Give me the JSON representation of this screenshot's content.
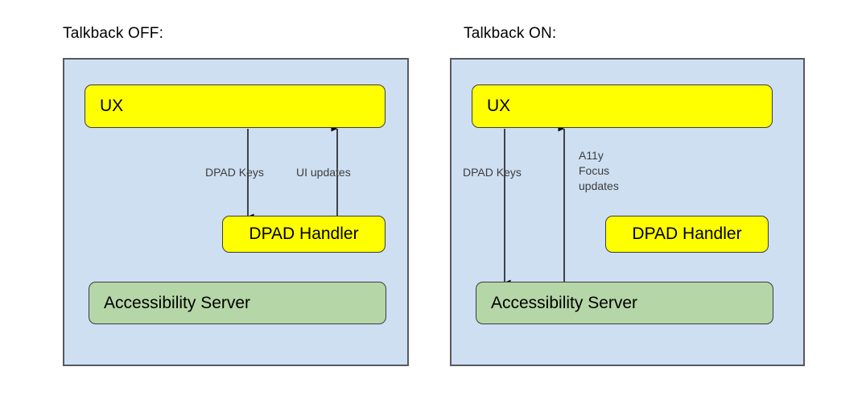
{
  "diagram": {
    "title_off": "Talkback OFF:",
    "title_on": "Talkback ON:",
    "colors": {
      "panel_background": "#cfdff2",
      "panel_border": "#56595c",
      "node_yellow": "#ffff00",
      "node_green": "#b5d6a7",
      "node_border": "#3a3d40",
      "edge": "#000000",
      "page_background": "#ffffff"
    },
    "panels": [
      {
        "id": "talkback-off",
        "title": "Talkback OFF:",
        "nodes": [
          {
            "id": "ux",
            "label": "UX",
            "color": "yellow",
            "align": "left"
          },
          {
            "id": "dpad-handler",
            "label": "DPAD Handler",
            "color": "yellow",
            "align": "center"
          },
          {
            "id": "accessibility-server",
            "label": "Accessibility Server",
            "color": "green",
            "align": "left"
          }
        ],
        "edges": [
          {
            "id": "ux-to-dpad",
            "label": "DPAD Keys",
            "from": "ux",
            "to": "dpad-handler",
            "direction": "down"
          },
          {
            "id": "dpad-to-ux",
            "label": "UI updates",
            "from": "dpad-handler",
            "to": "ux",
            "direction": "up"
          }
        ]
      },
      {
        "id": "talkback-on",
        "title": "Talkback ON:",
        "nodes": [
          {
            "id": "ux",
            "label": "UX",
            "color": "yellow",
            "align": "left"
          },
          {
            "id": "dpad-handler",
            "label": "DPAD Handler",
            "color": "yellow",
            "align": "center"
          },
          {
            "id": "accessibility-server",
            "label": "Accessibility Server",
            "color": "green",
            "align": "left"
          }
        ],
        "edges": [
          {
            "id": "ux-to-a11y",
            "label": "DPAD Keys",
            "from": "ux",
            "to": "accessibility-server",
            "direction": "down"
          },
          {
            "id": "a11y-to-ux",
            "label": "A11y\nFocus\nupdates",
            "from": "accessibility-server",
            "to": "ux",
            "direction": "up"
          }
        ]
      }
    ]
  }
}
